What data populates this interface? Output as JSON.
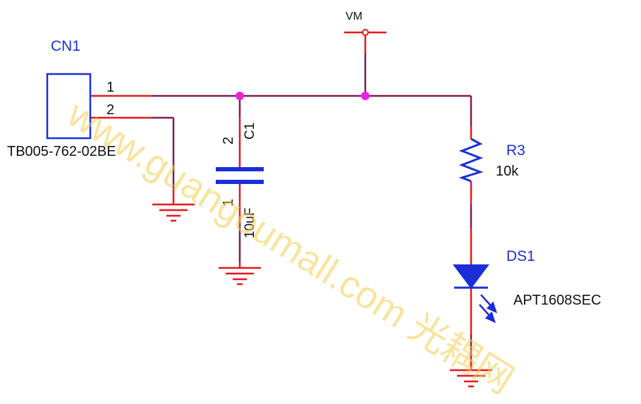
{
  "schematic": {
    "connector": {
      "ref": "CN1",
      "part": "TB005-762-02BE",
      "pin1": "1",
      "pin2": "2"
    },
    "capacitor": {
      "ref": "C1",
      "value": "10uF",
      "pin_top": "2",
      "pin_bottom": "1"
    },
    "resistor": {
      "ref": "R3",
      "value": "10k"
    },
    "led": {
      "ref": "DS1",
      "part": "APT1608SEC"
    },
    "power": {
      "net": "VM"
    },
    "watermark": "www.guangoumall.com 光耦网",
    "colors": {
      "wire": "#7f1d4f",
      "pin": "#e8171b",
      "component": "#1a2fd8",
      "junction": "#ee1ee8",
      "watermark": "#f4cf52"
    }
  }
}
